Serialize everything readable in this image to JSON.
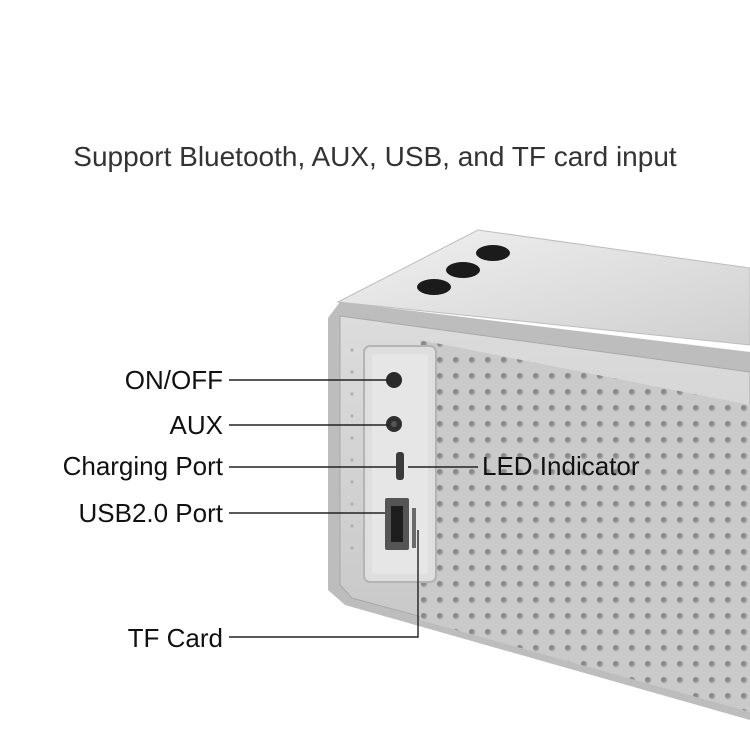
{
  "headline": "Support Bluetooth, AUX, USB, and TF card input",
  "callouts": {
    "on_off": "ON/OFF",
    "aux": "AUX",
    "charging_port": "Charging Port",
    "usb_port": "USB2.0 Port",
    "tf_card": "TF Card",
    "led_indicator": "LED Indicator"
  },
  "colors": {
    "background": "#ffffff",
    "speaker_body": "#c9c9c9",
    "speaker_grille": "#d4d4d4",
    "leader_line": "#222222",
    "button": "#1b1b1b"
  }
}
